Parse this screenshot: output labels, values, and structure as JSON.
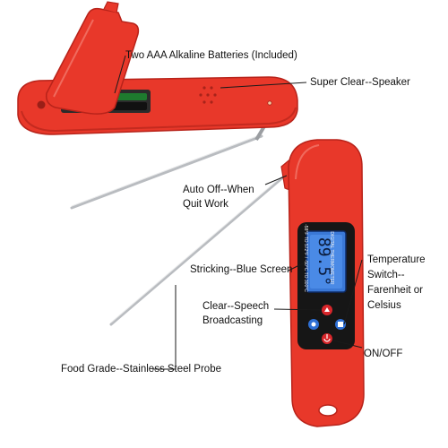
{
  "colors": {
    "body_red": "#e8382a",
    "body_dark": "#b8231a",
    "display_blue": "#3a78d6",
    "probe_steel": "#b9bcc0",
    "label_text": "#111111"
  },
  "callouts": {
    "batteries": "Two AAA Alkaline Batteries (Included)",
    "speaker": "Super Clear--Speaker",
    "auto_off_line1": "Auto Off--When",
    "auto_off_line2": "Quit Work",
    "temp_switch_line1": "Temperature",
    "temp_switch_line2": "Switch--",
    "temp_switch_line3": "Farenheit or",
    "temp_switch_line4": "Celsius",
    "blue_screen": "Stricking--Blue Screen",
    "speech_line1": "Clear--Speech",
    "speech_line2": "Broadcasting",
    "on_off": "ON/OFF",
    "probe": "Food Grade--Stainless Steel Probe"
  },
  "device": {
    "display_reading": "89.5°",
    "side_label": "DIGITAL THERMOMETER",
    "range_label": "-58°F TO 572°F / -50°C TO 300°C"
  }
}
